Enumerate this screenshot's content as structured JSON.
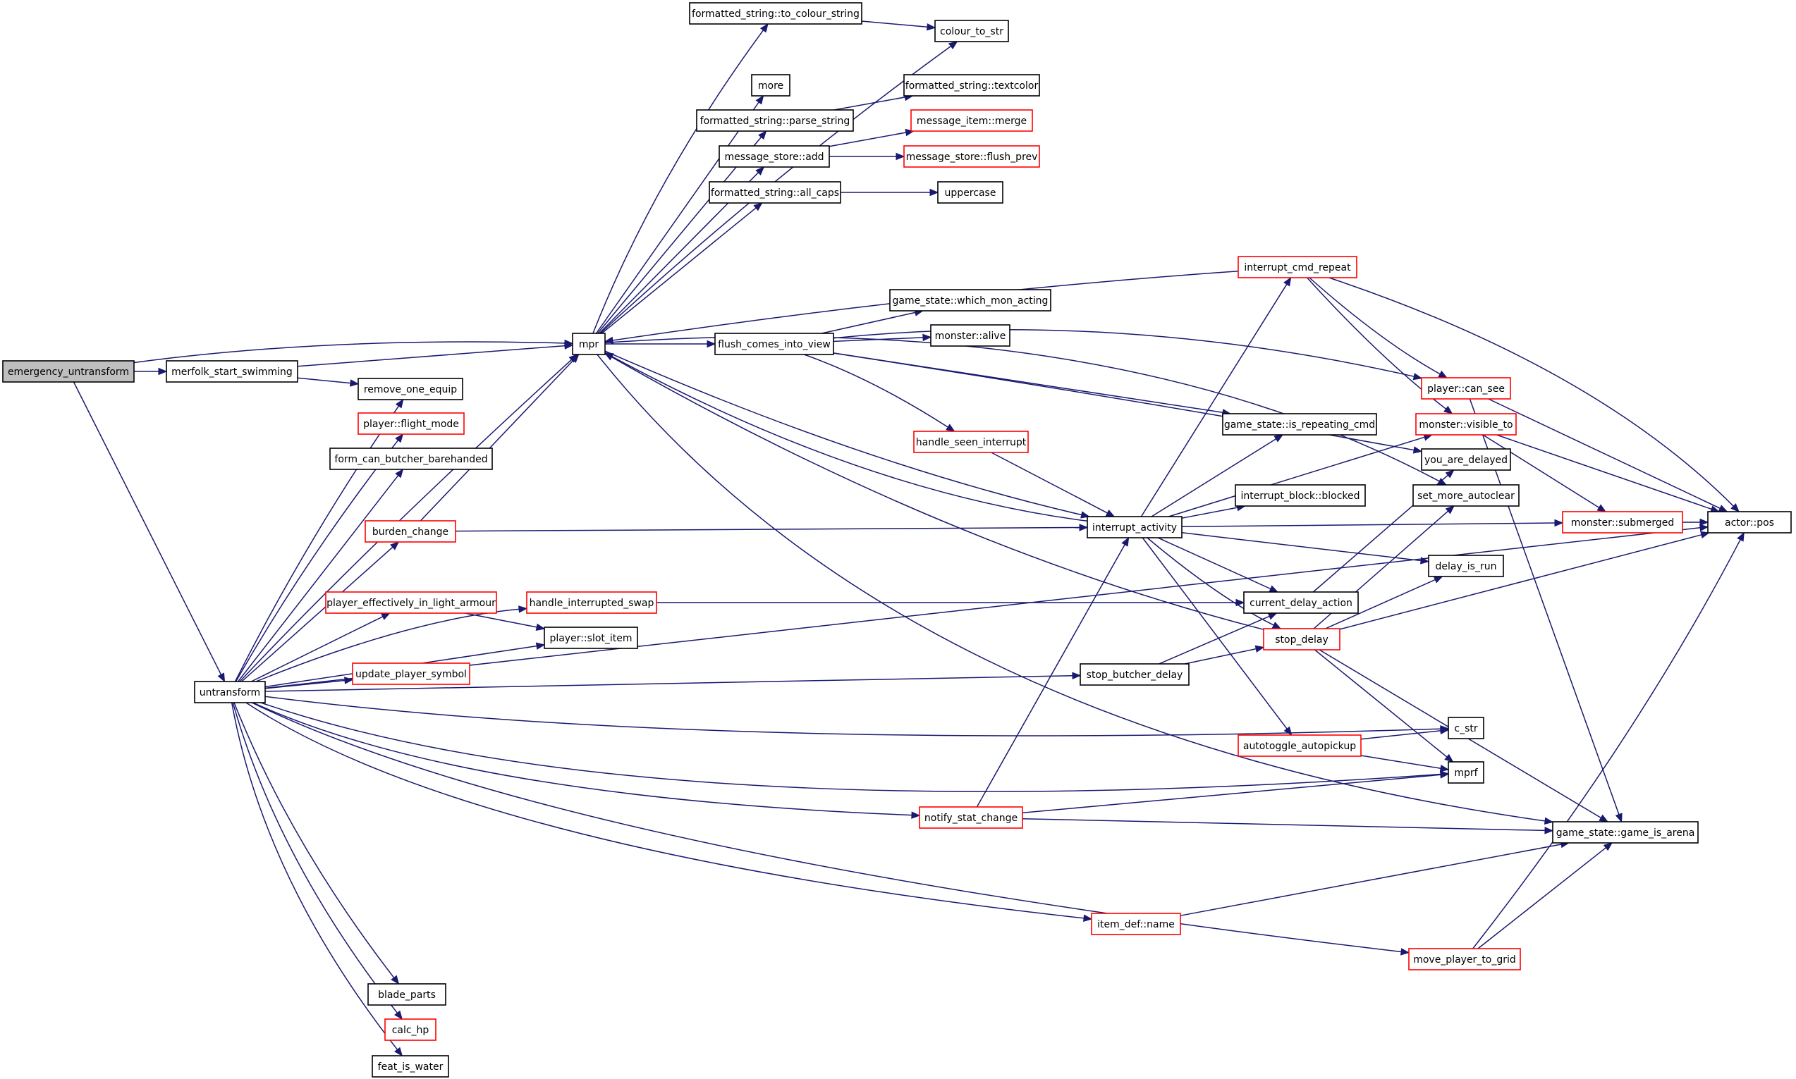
{
  "colors": {
    "edge": "#191970",
    "normal_border": "#000000",
    "truncated_border": "#ff0000",
    "root_fill": "#bfbfbf",
    "node_fill": "#ffffff"
  },
  "nodes": [
    {
      "id": "emergency_untransform",
      "label": "emergency_untransform",
      "style": "root"
    },
    {
      "id": "merfolk_start_swimming",
      "label": "merfolk_start_swimming",
      "style": "normal"
    },
    {
      "id": "untransform",
      "label": "untransform",
      "style": "normal"
    },
    {
      "id": "mpr",
      "label": "mpr",
      "style": "normal"
    },
    {
      "id": "remove_one_equip",
      "label": "remove_one_equip",
      "style": "normal"
    },
    {
      "id": "player_flight_mode",
      "label": "player::flight_mode",
      "style": "truncated"
    },
    {
      "id": "form_can_butcher_barehanded",
      "label": "form_can_butcher_barehanded",
      "style": "normal"
    },
    {
      "id": "burden_change",
      "label": "burden_change",
      "style": "truncated"
    },
    {
      "id": "player_effectively_in_light_armour",
      "label": "player_effectively_in_light_armour",
      "style": "truncated"
    },
    {
      "id": "handle_interrupted_swap",
      "label": "handle_interrupted_swap",
      "style": "truncated"
    },
    {
      "id": "player_slot_item",
      "label": "player::slot_item",
      "style": "normal"
    },
    {
      "id": "update_player_symbol",
      "label": "update_player_symbol",
      "style": "truncated"
    },
    {
      "id": "blade_parts",
      "label": "blade_parts",
      "style": "normal"
    },
    {
      "id": "calc_hp",
      "label": "calc_hp",
      "style": "truncated"
    },
    {
      "id": "feat_is_water",
      "label": "feat_is_water",
      "style": "normal"
    },
    {
      "id": "formatted_string_to_colour_string",
      "label": "formatted_string::to_colour_string",
      "style": "normal"
    },
    {
      "id": "colour_to_str",
      "label": "colour_to_str",
      "style": "normal"
    },
    {
      "id": "more",
      "label": "more",
      "style": "normal"
    },
    {
      "id": "formatted_string_parse_string",
      "label": "formatted_string::parse_string",
      "style": "normal"
    },
    {
      "id": "formatted_string_textcolor",
      "label": "formatted_string::textcolor",
      "style": "normal"
    },
    {
      "id": "message_store_add",
      "label": "message_store::add",
      "style": "normal"
    },
    {
      "id": "message_item_merge",
      "label": "message_item::merge",
      "style": "truncated"
    },
    {
      "id": "message_store_flush_prev",
      "label": "message_store::flush_prev",
      "style": "truncated"
    },
    {
      "id": "formatted_string_all_caps",
      "label": "formatted_string::all_caps",
      "style": "normal"
    },
    {
      "id": "uppercase",
      "label": "uppercase",
      "style": "normal"
    },
    {
      "id": "flush_comes_into_view",
      "label": "flush_comes_into_view",
      "style": "normal"
    },
    {
      "id": "game_state_which_mon_acting",
      "label": "game_state::which_mon_acting",
      "style": "normal"
    },
    {
      "id": "monster_alive",
      "label": "monster::alive",
      "style": "normal"
    },
    {
      "id": "handle_seen_interrupt",
      "label": "handle_seen_interrupt",
      "style": "truncated"
    },
    {
      "id": "interrupt_cmd_repeat",
      "label": "interrupt_cmd_repeat",
      "style": "truncated"
    },
    {
      "id": "game_state_is_repeating_cmd",
      "label": "game_state::is_repeating_cmd",
      "style": "normal"
    },
    {
      "id": "interrupt_activity",
      "label": "interrupt_activity",
      "style": "normal"
    },
    {
      "id": "interrupt_block_blocked",
      "label": "interrupt_block::blocked",
      "style": "normal"
    },
    {
      "id": "current_delay_action",
      "label": "current_delay_action",
      "style": "normal"
    },
    {
      "id": "stop_delay",
      "label": "stop_delay",
      "style": "truncated"
    },
    {
      "id": "stop_butcher_delay",
      "label": "stop_butcher_delay",
      "style": "normal"
    },
    {
      "id": "autotoggle_autopickup",
      "label": "autotoggle_autopickup",
      "style": "truncated"
    },
    {
      "id": "notify_stat_change",
      "label": "notify_stat_change",
      "style": "truncated"
    },
    {
      "id": "item_def_name",
      "label": "item_def::name",
      "style": "truncated"
    },
    {
      "id": "move_player_to_grid",
      "label": "move_player_to_grid",
      "style": "truncated"
    },
    {
      "id": "player_can_see",
      "label": "player::can_see",
      "style": "truncated"
    },
    {
      "id": "monster_visible_to",
      "label": "monster::visible_to",
      "style": "truncated"
    },
    {
      "id": "you_are_delayed",
      "label": "you_are_delayed",
      "style": "normal"
    },
    {
      "id": "set_more_autoclear",
      "label": "set_more_autoclear",
      "style": "normal"
    },
    {
      "id": "monster_submerged",
      "label": "monster::submerged",
      "style": "truncated"
    },
    {
      "id": "delay_is_run",
      "label": "delay_is_run",
      "style": "normal"
    },
    {
      "id": "c_str",
      "label": "c_str",
      "style": "normal"
    },
    {
      "id": "mprf",
      "label": "mprf",
      "style": "normal"
    },
    {
      "id": "game_state_game_is_arena",
      "label": "game_state::game_is_arena",
      "style": "normal"
    },
    {
      "id": "actor_pos",
      "label": "actor::pos",
      "style": "normal"
    }
  ],
  "edges": [
    [
      "emergency_untransform",
      "merfolk_start_swimming"
    ],
    [
      "emergency_untransform",
      "mpr"
    ],
    [
      "emergency_untransform",
      "untransform"
    ],
    [
      "merfolk_start_swimming",
      "mpr"
    ],
    [
      "merfolk_start_swimming",
      "remove_one_equip"
    ],
    [
      "untransform",
      "remove_one_equip"
    ],
    [
      "untransform",
      "player_flight_mode"
    ],
    [
      "untransform",
      "form_can_butcher_barehanded"
    ],
    [
      "untransform",
      "burden_change"
    ],
    [
      "untransform",
      "mpr"
    ],
    [
      "untransform",
      "player_effectively_in_light_armour"
    ],
    [
      "untransform",
      "handle_interrupted_swap"
    ],
    [
      "untransform",
      "player_slot_item"
    ],
    [
      "untransform",
      "update_player_symbol"
    ],
    [
      "untransform",
      "stop_butcher_delay"
    ],
    [
      "untransform",
      "actor_pos"
    ],
    [
      "untransform",
      "c_str"
    ],
    [
      "untransform",
      "notify_stat_change"
    ],
    [
      "untransform",
      "mprf"
    ],
    [
      "untransform",
      "item_def_name"
    ],
    [
      "untransform",
      "move_player_to_grid"
    ],
    [
      "untransform",
      "blade_parts"
    ],
    [
      "untransform",
      "calc_hp"
    ],
    [
      "untransform",
      "feat_is_water"
    ],
    [
      "burden_change",
      "mpr"
    ],
    [
      "burden_change",
      "interrupt_activity"
    ],
    [
      "player_effectively_in_light_armour",
      "player_slot_item"
    ],
    [
      "handle_interrupted_swap",
      "current_delay_action"
    ],
    [
      "mpr",
      "formatted_string_to_colour_string"
    ],
    [
      "mpr",
      "colour_to_str"
    ],
    [
      "mpr",
      "more"
    ],
    [
      "mpr",
      "formatted_string_parse_string"
    ],
    [
      "mpr",
      "message_store_add"
    ],
    [
      "mpr",
      "formatted_string_all_caps"
    ],
    [
      "mpr",
      "flush_comes_into_view"
    ],
    [
      "mpr",
      "interrupt_activity"
    ],
    [
      "mpr",
      "set_more_autoclear"
    ],
    [
      "mpr",
      "game_state_game_is_arena"
    ],
    [
      "formatted_string_to_colour_string",
      "colour_to_str"
    ],
    [
      "formatted_string_parse_string",
      "formatted_string_textcolor"
    ],
    [
      "message_store_add",
      "message_item_merge"
    ],
    [
      "message_store_add",
      "message_store_flush_prev"
    ],
    [
      "formatted_string_all_caps",
      "uppercase"
    ],
    [
      "flush_comes_into_view",
      "game_state_which_mon_acting"
    ],
    [
      "flush_comes_into_view",
      "monster_alive"
    ],
    [
      "flush_comes_into_view",
      "handle_seen_interrupt"
    ],
    [
      "flush_comes_into_view",
      "game_state_is_repeating_cmd"
    ],
    [
      "flush_comes_into_view",
      "player_can_see"
    ],
    [
      "flush_comes_into_view",
      "you_are_delayed"
    ],
    [
      "handle_seen_interrupt",
      "interrupt_activity"
    ],
    [
      "interrupt_cmd_repeat",
      "mpr"
    ],
    [
      "interrupt_cmd_repeat",
      "player_can_see"
    ],
    [
      "interrupt_cmd_repeat",
      "monster_visible_to"
    ],
    [
      "interrupt_cmd_repeat",
      "actor_pos"
    ],
    [
      "interrupt_activity",
      "mpr"
    ],
    [
      "interrupt_activity",
      "interrupt_cmd_repeat"
    ],
    [
      "interrupt_activity",
      "game_state_is_repeating_cmd"
    ],
    [
      "interrupt_activity",
      "monster_visible_to"
    ],
    [
      "interrupt_activity",
      "interrupt_block_blocked"
    ],
    [
      "interrupt_activity",
      "monster_submerged"
    ],
    [
      "interrupt_activity",
      "delay_is_run"
    ],
    [
      "interrupt_activity",
      "current_delay_action"
    ],
    [
      "interrupt_activity",
      "stop_delay"
    ],
    [
      "interrupt_activity",
      "autotoggle_autopickup"
    ],
    [
      "current_delay_action",
      "you_are_delayed"
    ],
    [
      "stop_delay",
      "mpr"
    ],
    [
      "stop_delay",
      "set_more_autoclear"
    ],
    [
      "stop_delay",
      "delay_is_run"
    ],
    [
      "stop_delay",
      "actor_pos"
    ],
    [
      "stop_delay",
      "mprf"
    ],
    [
      "stop_delay",
      "game_state_game_is_arena"
    ],
    [
      "stop_butcher_delay",
      "current_delay_action"
    ],
    [
      "stop_butcher_delay",
      "stop_delay"
    ],
    [
      "autotoggle_autopickup",
      "c_str"
    ],
    [
      "autotoggle_autopickup",
      "mprf"
    ],
    [
      "notify_stat_change",
      "interrupt_activity"
    ],
    [
      "notify_stat_change",
      "mprf"
    ],
    [
      "notify_stat_change",
      "game_state_game_is_arena"
    ],
    [
      "item_def_name",
      "game_state_game_is_arena"
    ],
    [
      "move_player_to_grid",
      "game_state_game_is_arena"
    ],
    [
      "move_player_to_grid",
      "actor_pos"
    ],
    [
      "player_can_see",
      "actor_pos"
    ],
    [
      "player_can_see",
      "game_state_game_is_arena"
    ],
    [
      "monster_visible_to",
      "monster_submerged"
    ],
    [
      "monster_visible_to",
      "actor_pos"
    ],
    [
      "monster_submerged",
      "actor_pos"
    ]
  ]
}
